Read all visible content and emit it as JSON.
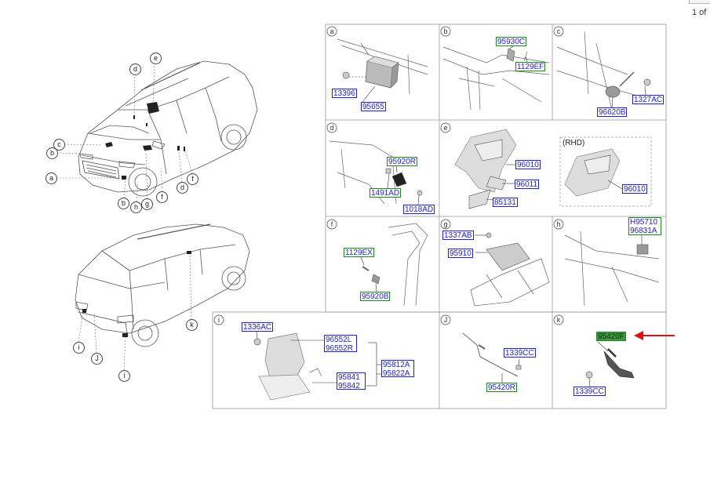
{
  "pager": {
    "text": "1 of"
  },
  "cells": [
    {
      "letter": "a"
    },
    {
      "letter": "b"
    },
    {
      "letter": "c"
    },
    {
      "letter": "d"
    },
    {
      "letter": "e"
    },
    {
      "letter": "f"
    },
    {
      "letter": "g"
    },
    {
      "letter": "h"
    },
    {
      "letter": "i"
    },
    {
      "letter": "J"
    },
    {
      "letter": "k"
    }
  ],
  "parts": {
    "a": [
      "13396",
      "95655"
    ],
    "b": [
      "95930C",
      "1129EF"
    ],
    "c": [
      "1327AC",
      "96620B"
    ],
    "d": [
      "95920R",
      "1491AD",
      "1018AD"
    ],
    "e": [
      "96010",
      "96011",
      "85131",
      "96010"
    ],
    "e_rhd": "(RHD)",
    "f": [
      "1129EX",
      "95920B"
    ],
    "g": [
      "1337AB",
      "95910"
    ],
    "h": [
      "H95710",
      "96831A"
    ],
    "i": [
      "1336AC",
      "96552L",
      "96552R",
      "95812A",
      "95822A",
      "95841",
      "95842"
    ],
    "j": [
      "1339CC",
      "95420R"
    ],
    "k": [
      "95420F",
      "1339CC"
    ]
  },
  "callouts_front": [
    "e",
    "d",
    "c",
    "b",
    "a",
    "b",
    "h",
    "g",
    "f",
    "d",
    "f"
  ],
  "callouts_rear": [
    "k",
    "i",
    "J",
    "i"
  ],
  "colors": {
    "part_blue": "#2222cc",
    "part_green": "#1a8a1a",
    "highlight": "#3c9a3c",
    "arrow": "#dd1111"
  }
}
